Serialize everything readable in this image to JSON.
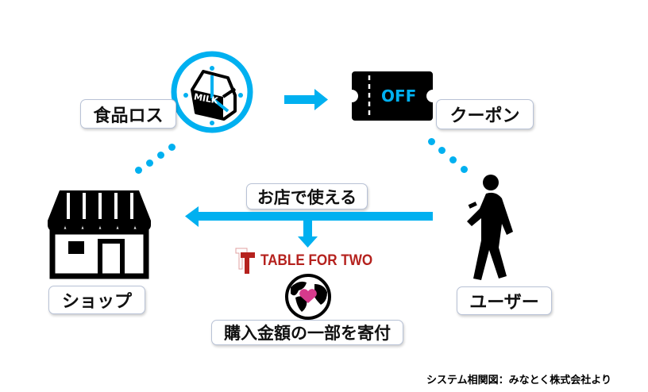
{
  "labels": {
    "food_loss": "食品ロス",
    "coupon": "クーポン",
    "usable_at_store": "お店で使える",
    "shop": "ショップ",
    "user": "ユーザー",
    "donation": "購入金額の一部を寄付"
  },
  "icons": {
    "milk_text": "MILK",
    "coupon_text": "OFF",
    "tft_logo": "TABLE FOR TWO"
  },
  "caption": "システム相関図：みなとく株式会社より",
  "colors": {
    "accent": "#00b0f0",
    "tft_red": "#b5221e",
    "heart": "#d63a8c"
  }
}
